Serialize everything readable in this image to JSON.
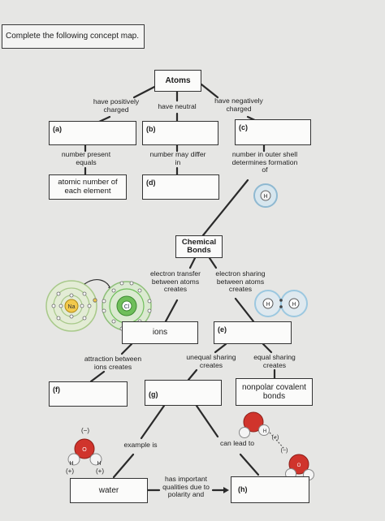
{
  "instruction": "Complete the following concept map.",
  "nodes": {
    "atoms": "Atoms",
    "a": "(a)",
    "b": "(b)",
    "c": "(c)",
    "d": "(d)",
    "e": "(e)",
    "f": "(f)",
    "g": "(g)",
    "h": "(h)",
    "atomic_number": "atomic number of each element",
    "chemical_bonds": "Chemical Bonds",
    "ions": "ions",
    "nonpolar": "nonpolar covalent bonds",
    "water": "water"
  },
  "links": {
    "positively_charged": "have positively charged",
    "neutral": "have neutral",
    "negatively_charged": "have negatively charged",
    "number_present": "number present equals",
    "number_differ": "number may differ in",
    "outer_shell": "number in outer shell determines formation of",
    "electron_transfer": "electron transfer between atoms creates",
    "electron_sharing": "electron sharing between atoms creates",
    "attraction": "attraction between ions creates",
    "unequal": "unequal sharing creates",
    "equal": "equal sharing creates",
    "example": "example is",
    "lead_to": "can lead to",
    "qualities": "has important qualities due to polarity and"
  },
  "illustrations": {
    "hydrogen_symbol": "H",
    "sodium_symbol": "Na",
    "chlorine_symbol": "Cl",
    "oxygen_symbol": "O",
    "minus": "(−)",
    "plus": "(+)"
  },
  "colors": {
    "background": "#e6e6e4",
    "box_border": "#333333",
    "sodium": "#f2c94c",
    "chlorine": "#6fbf5a",
    "hydrogen_shell": "#9cc8e0",
    "oxygen": "#d0342c"
  }
}
